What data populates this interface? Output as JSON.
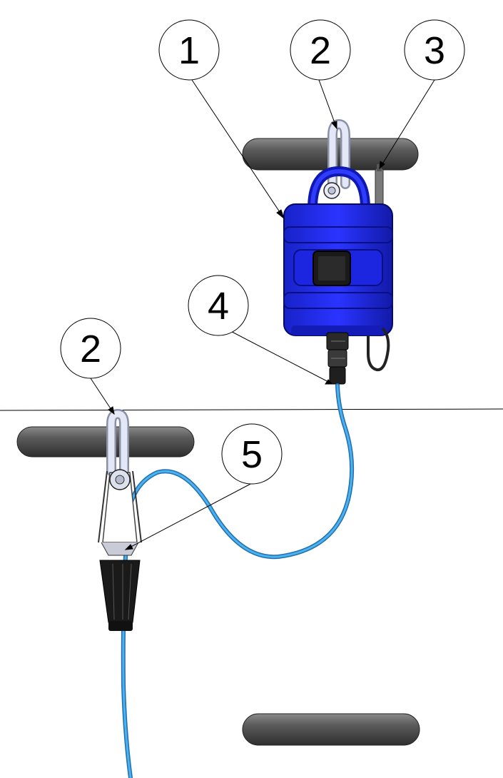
{
  "callouts": [
    {
      "id": "c1",
      "label": "1"
    },
    {
      "id": "c2a",
      "label": "2"
    },
    {
      "id": "c3",
      "label": "3"
    },
    {
      "id": "c4",
      "label": "4"
    },
    {
      "id": "c2b",
      "label": "2"
    },
    {
      "id": "c5",
      "label": "5"
    }
  ],
  "colors": {
    "logger_body": "#1a24d8",
    "logger_dark": "#0a1080",
    "cable": "#3aa0e0",
    "rail": "#5a5a5a",
    "hook": "#d6dcef",
    "probe_sleeve": "#1a1a1a"
  }
}
